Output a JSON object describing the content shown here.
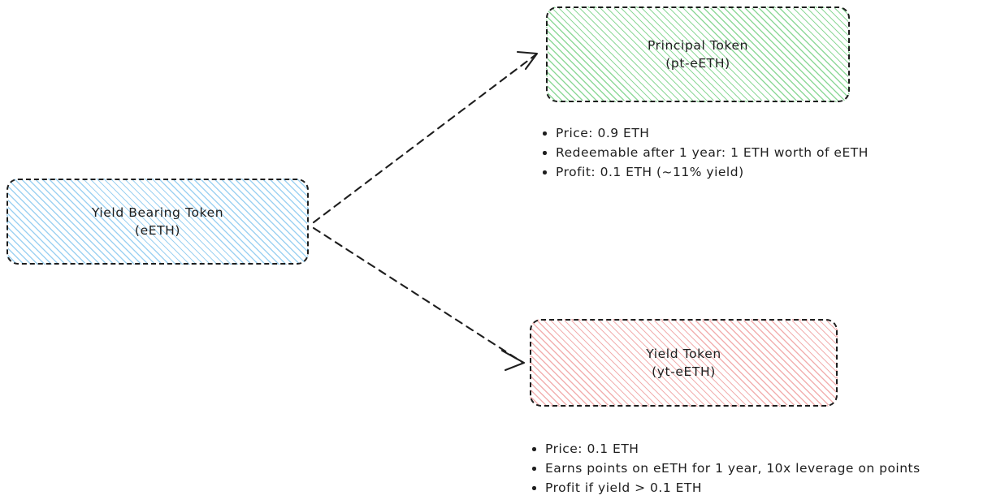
{
  "diagram": {
    "title_hidden": "",
    "nodes": [
      {
        "id": "source",
        "name": "yield-bearing-token-node",
        "line1": "Yield Bearing Token",
        "line2": "(eETH)",
        "fill": "#9ed2f2",
        "stroke": "#1e1e1e"
      },
      {
        "id": "principal",
        "name": "principal-token-node",
        "line1": "Principal Token",
        "line2": "(pt-eETH)",
        "fill": "#8fd99a",
        "stroke": "#1e1e1e"
      },
      {
        "id": "yield",
        "name": "yield-token-node",
        "line1": "Yield Token",
        "line2": "(yt-eETH)",
        "fill": "#f2b0b0",
        "stroke": "#1e1e1e"
      }
    ],
    "principal_details": [
      "Price: 0.9 ETH",
      "Redeemable after 1 year: 1 ETH worth of eETH",
      "Profit: 0.1 ETH (~11% yield)"
    ],
    "yield_details": [
      "Price: 0.1 ETH",
      "Earns points on eETH for 1 year, 10x leverage on points",
      "Profit if yield > 0.1 ETH"
    ],
    "edges": [
      {
        "name": "edge-source-to-principal",
        "from": "source",
        "to": "principal",
        "style": "dashed",
        "arrow": "open"
      },
      {
        "name": "edge-source-to-yield",
        "from": "source",
        "to": "yield",
        "style": "dashed",
        "arrow": "open"
      }
    ]
  }
}
